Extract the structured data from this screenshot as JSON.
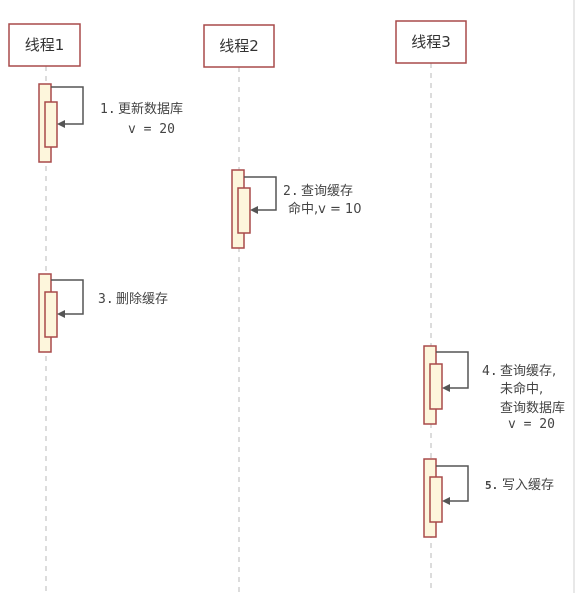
{
  "participants": [
    {
      "label": "线程1"
    },
    {
      "label": "线程2"
    },
    {
      "label": "线程3"
    }
  ],
  "messages": [
    {
      "step": "1.",
      "lines": [
        "更新数据库",
        "v = 20"
      ]
    },
    {
      "step": "2.",
      "lines": [
        "查询缓存",
        "命中,v = 10"
      ]
    },
    {
      "step": "3.",
      "lines": [
        "删除缓存"
      ]
    },
    {
      "step": "4.",
      "lines": [
        "查询缓存,",
        "未命中,",
        "查询数据库",
        "v = 20"
      ]
    },
    {
      "step": "5.",
      "lines": [
        "写入缓存"
      ]
    }
  ],
  "colors": {
    "border": "#a94a4a",
    "activation_fill": "#fdf6dc",
    "lifeline": "#b8b8b8",
    "arrow": "#555555"
  }
}
